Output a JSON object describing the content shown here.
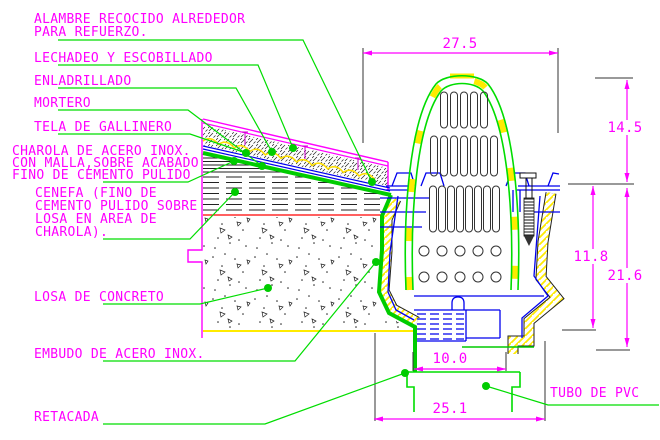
{
  "drawing": {
    "type": "CAD roof-drain construction detail (section)",
    "labels": {
      "alambre_line1": "ALAMBRE RECOCIDO ALREDEDOR",
      "alambre_line2": "PARA REFUERZO.",
      "lechadeo": "LECHADEO Y ESCOBILLADO",
      "enladrillado": "ENLADRILLADO",
      "mortero": "MORTERO",
      "tela": "TELA DE GALLINERO",
      "charola_line1": "CHAROLA DE ACERO INOX.",
      "charola_line2": "CON MALLA,SOBRE ACABADO",
      "charola_line3": "FINO DE CEMENTO PULIDO",
      "cenefa_line1": "CENEFA (FINO DE",
      "cenefa_line2": "CEMENTO PULIDO SOBRE",
      "cenefa_line3": "LOSA EN AREA DE",
      "cenefa_line4": "CHAROLA).",
      "losa": "LOSA DE CONCRETO",
      "embudo": "EMBUDO DE ACERO INOX.",
      "retacada": "RETACADA",
      "tubo_pvc": "TUBO DE PVC"
    },
    "dimensions": {
      "top_width": "27.5",
      "dome_height": "14.5",
      "body_height": "11.8",
      "total_height": "21.6",
      "outlet_width": "10.0",
      "base_width": "25.1"
    },
    "colors": {
      "label_magenta": "#FF00FF",
      "leader_green": "#00DD00",
      "charola_green": "#00CC00",
      "steel_blue": "#0000EE",
      "hatch_yellow": "#FFEB00",
      "accent_red": "#FF0000",
      "line_black": "#1A1A1A"
    }
  }
}
